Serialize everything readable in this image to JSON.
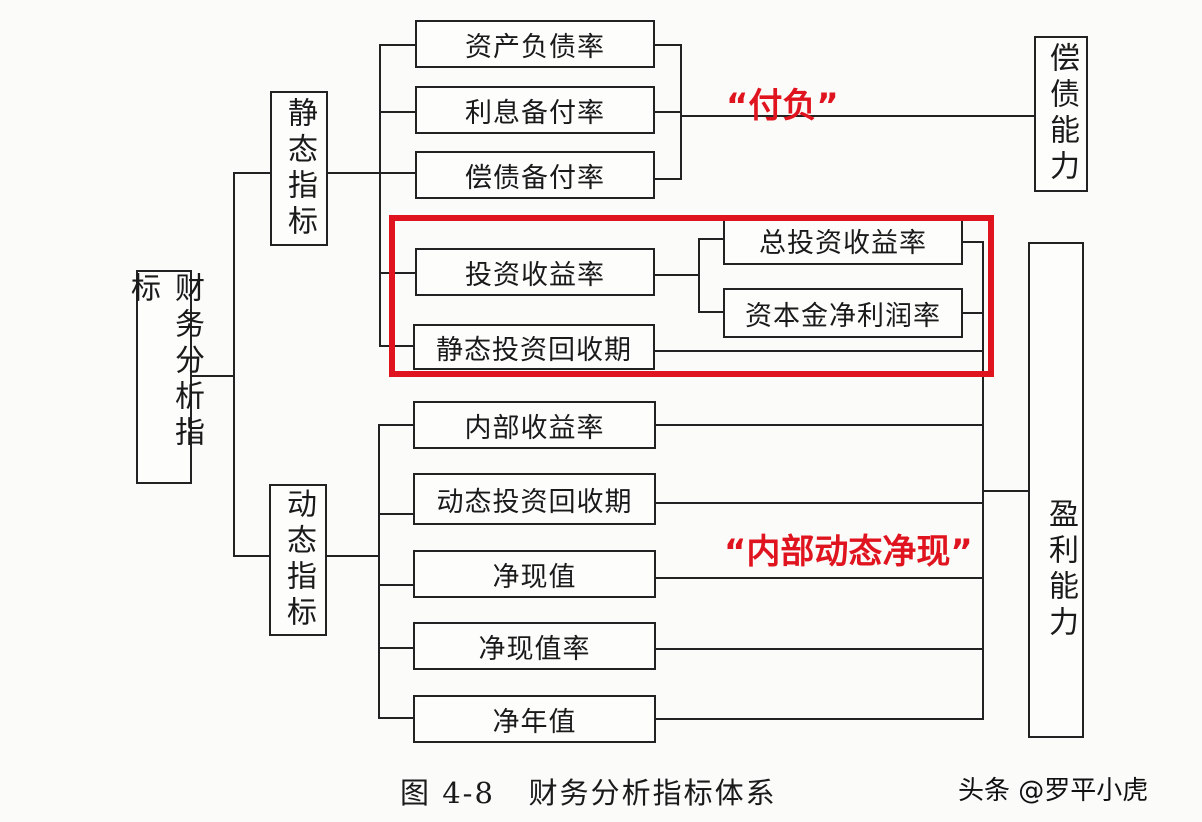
{
  "diagram": {
    "root": "财务分析指标",
    "static_group": {
      "label": "静态指标",
      "items": [
        "资产负债率",
        "利息备付率",
        "偿债备付率",
        "投资收益率",
        "静态投资回收期"
      ],
      "sub_items_of_investment_return": [
        "总投资收益率",
        "资本金净利润率"
      ]
    },
    "dynamic_group": {
      "label": "动态指标",
      "items": [
        "内部收益率",
        "动态投资回收期",
        "净现值",
        "净现值率",
        "净年值"
      ]
    },
    "capabilities": {
      "solvency": "偿债能力",
      "profitability": "盈利能力"
    },
    "annotations": {
      "solvency_mnemonic": "“付负”",
      "profitability_mnemonic": "“内部动态净现”"
    },
    "caption": "图 4-8   财务分析指标体系",
    "watermark": "头条 @罗平小虎",
    "colors": {
      "highlight": "#e0141e",
      "line": "#222222"
    }
  }
}
